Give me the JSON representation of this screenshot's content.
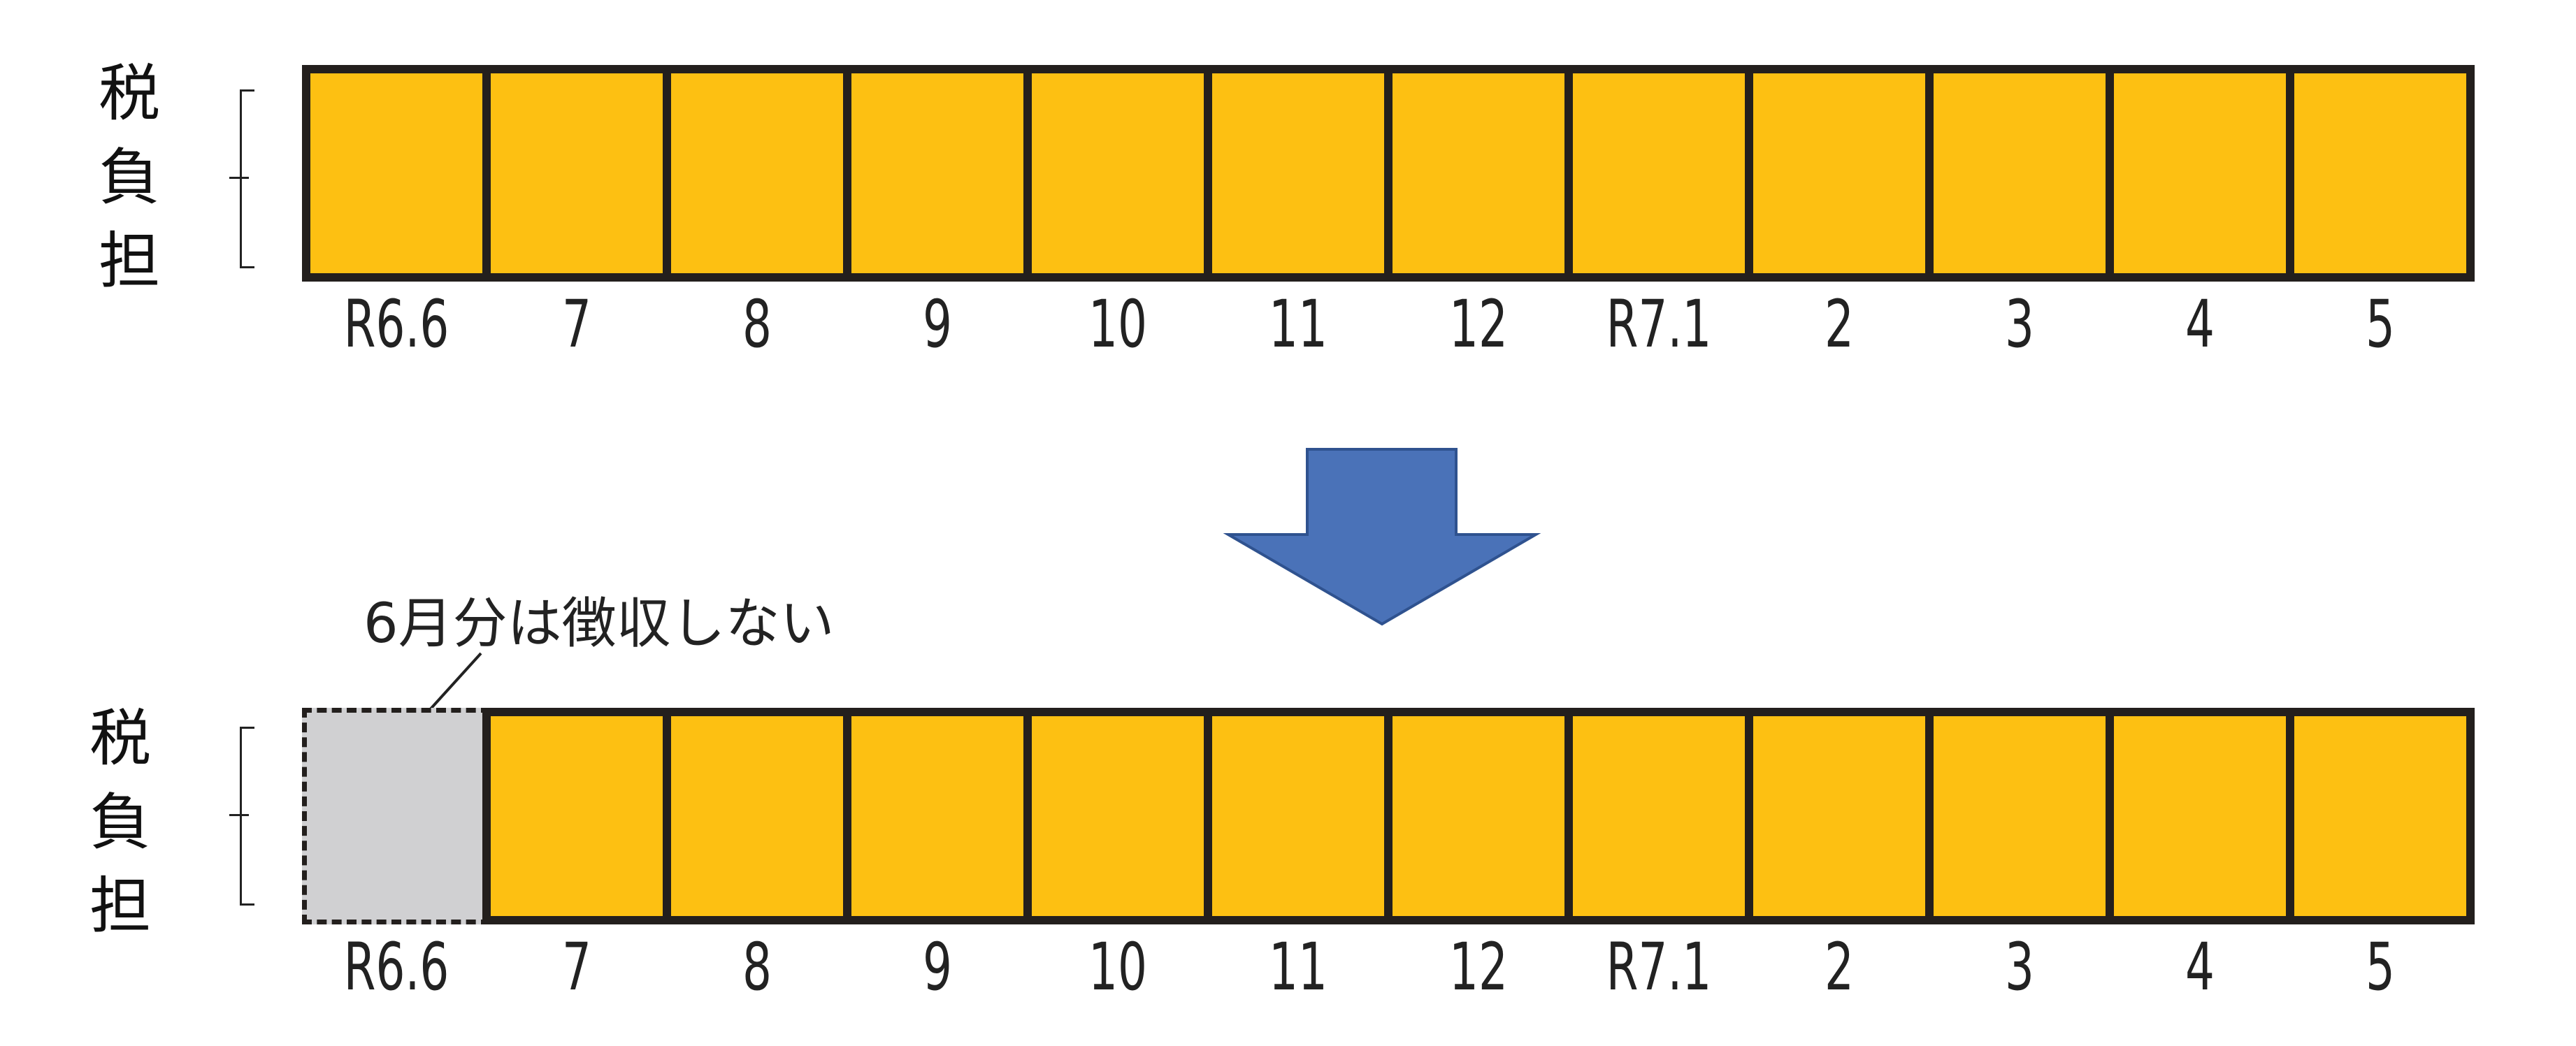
{
  "axis_label": "税負担",
  "months": [
    "R6.6",
    "7",
    "8",
    "9",
    "10",
    "11",
    "12",
    "R7.1",
    "2",
    "3",
    "4",
    "5"
  ],
  "callout_text": "6月分は徴収しない",
  "colors": {
    "cell_fill": "#FDC012",
    "cell_border": "#231f1d",
    "skipped_fill": "#D0D0D2",
    "arrow_fill": "#4A72B8",
    "arrow_stroke": "#2F528F"
  },
  "top_row": {
    "skipped_months": []
  },
  "bottom_row": {
    "skipped_months": [
      "R6.6"
    ]
  }
}
